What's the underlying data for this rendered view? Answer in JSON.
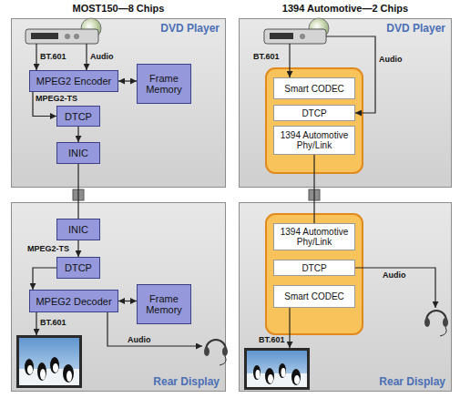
{
  "diagram": {
    "nodes": [
      {
        "text": [
          "DVD Player"
        ]
      },
      {
        "text": [
          "MPEG2 Encoder"
        ],
        "in": 0
      },
      {
        "text": [
          "Frame Memory"
        ],
        "in": 0
      },
      {
        "text": [
          "DTCP"
        ],
        "in": 0
      },
      {
        "text": [
          "INIC"
        ],
        "in": 0
      },
      {
        "text": [
          "Rear Display"
        ]
      },
      {
        "text": [
          "INIC"
        ],
        "in": 5
      },
      {
        "text": [
          "DTCP"
        ],
        "in": 5
      },
      {
        "text": [
          "MPEG2 Decoder"
        ],
        "in": 5
      },
      {
        "text": [
          "Frame Memory"
        ],
        "in": 5
      },
      {
        "text": [
          "DVD Player"
        ]
      },
      {
        "text": [
          "Smart CODEC"
        ],
        "in": 10
      },
      {
        "text": [
          "DTCP"
        ],
        "in": 10
      },
      {
        "text": [
          "1394 Automotive Phy/Link"
        ],
        "in": 10
      },
      {
        "text": [
          "Rear Display"
        ]
      },
      {
        "text": [
          "1394 Automotive Phy/Link"
        ],
        "in": 14
      },
      {
        "text": [
          "DTCP"
        ],
        "in": 14
      },
      {
        "text": [
          "Smart CODEC"
        ],
        "in": 14
      }
    ],
    "edges": [
      {
        "from": 1,
        "to": 2,
        "arrow": "both"
      },
      {
        "from": 1,
        "to": 3,
        "label": "MPEG2-TS",
        "arrow": "to"
      },
      {
        "from": 3,
        "to": 4,
        "arrow": "to"
      },
      {
        "from": 4,
        "to": 6,
        "arrow": "none"
      },
      {
        "from": 6,
        "to": 7,
        "label": "MPEG2-TS",
        "arrow": "to"
      },
      {
        "from": 7,
        "to": 8,
        "arrow": "to"
      },
      {
        "from": 8,
        "to": 9,
        "arrow": "both"
      },
      {
        "from": 13,
        "to": 15,
        "arrow": "none"
      }
    ],
    "labels": [
      "MOST150—8 Chips",
      "1394 Automotive—2 Chips",
      "BT.601",
      "Audio",
      "BT.601",
      "Audio",
      "BT.601",
      "Audio",
      "BT.601",
      "Audio"
    ]
  }
}
